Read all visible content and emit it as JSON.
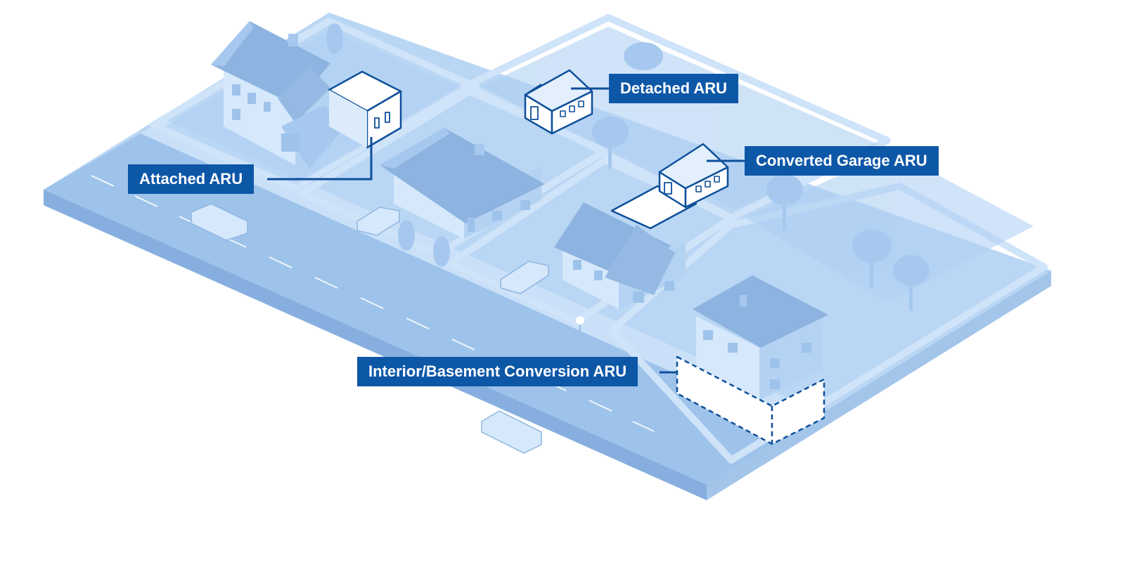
{
  "labels": {
    "attached": "Attached ARU",
    "detached": "Detached ARU",
    "garage": "Converted Garage ARU",
    "interior": "Interior/Basement Conversion ARU"
  },
  "colors": {
    "background": "#ffffff",
    "ground": "#b9d6f4",
    "ground_light": "#c9e0f8",
    "ground_edge": "#8fb6e2",
    "road": "#9ec3eb",
    "house_light": "#d6e8fb",
    "house_mid": "#a6c8ef",
    "house_roof": "#8db4e0",
    "callout_fill": "#0d57a7",
    "callout_text": "#ffffff",
    "highlight_stroke": "#0d4f9a",
    "highlight_fill": "#ffffff"
  }
}
